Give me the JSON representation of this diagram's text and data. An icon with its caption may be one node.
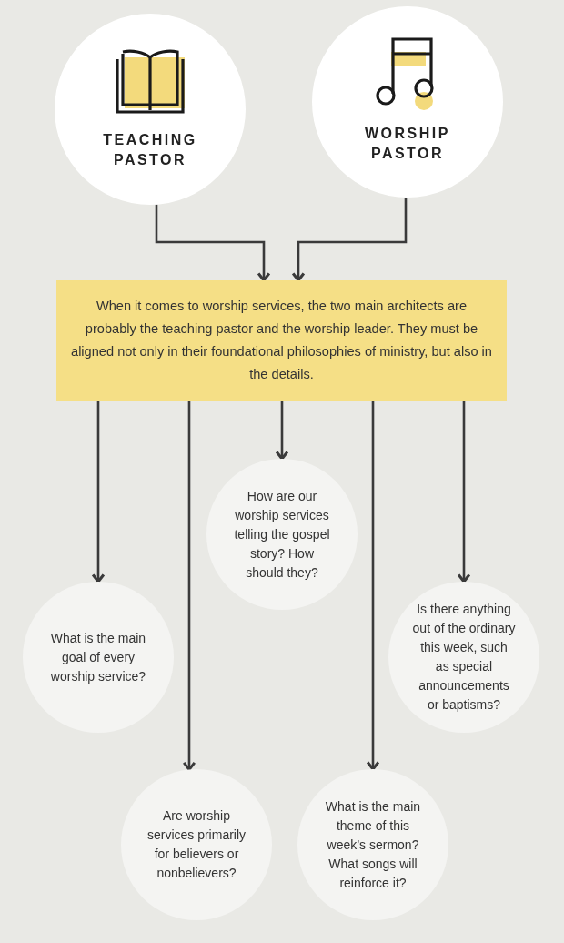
{
  "diagram": {
    "nodes": [
      {
        "text": [
          "TEACHING PASTOR"
        ]
      },
      {
        "text": [
          "WORSHIP PASTOR"
        ]
      },
      {
        "text": [
          "When it comes to worship services, the two main architects are probably the teaching pastor and the worship leader. They must be aligned not only in their foundational philosophies of ministry, but also in the details."
        ]
      },
      {
        "text": [
          "How are our worship services telling the gospel story? How should they?"
        ]
      },
      {
        "text": [
          "What is the main goal of every worship service?"
        ]
      },
      {
        "text": [
          "Is there anything out of the ordinary this week, such as special announcements or baptisms?"
        ]
      },
      {
        "text": [
          "Are worship services primarily for believers or nonbelievers?"
        ]
      },
      {
        "text": [
          "What is the main theme of this week’s sermon? What songs will reinforce it?"
        ]
      }
    ],
    "edges": [
      {
        "from": 0,
        "to": 2,
        "arrow": "to"
      },
      {
        "from": 1,
        "to": 2,
        "arrow": "to"
      },
      {
        "from": 2,
        "to": 4,
        "arrow": "to"
      },
      {
        "from": 2,
        "to": 6,
        "arrow": "to"
      },
      {
        "from": 2,
        "to": 3,
        "arrow": "to"
      },
      {
        "from": 2,
        "to": 7,
        "arrow": "to"
      },
      {
        "from": 2,
        "to": 5,
        "arrow": "to"
      }
    ]
  }
}
